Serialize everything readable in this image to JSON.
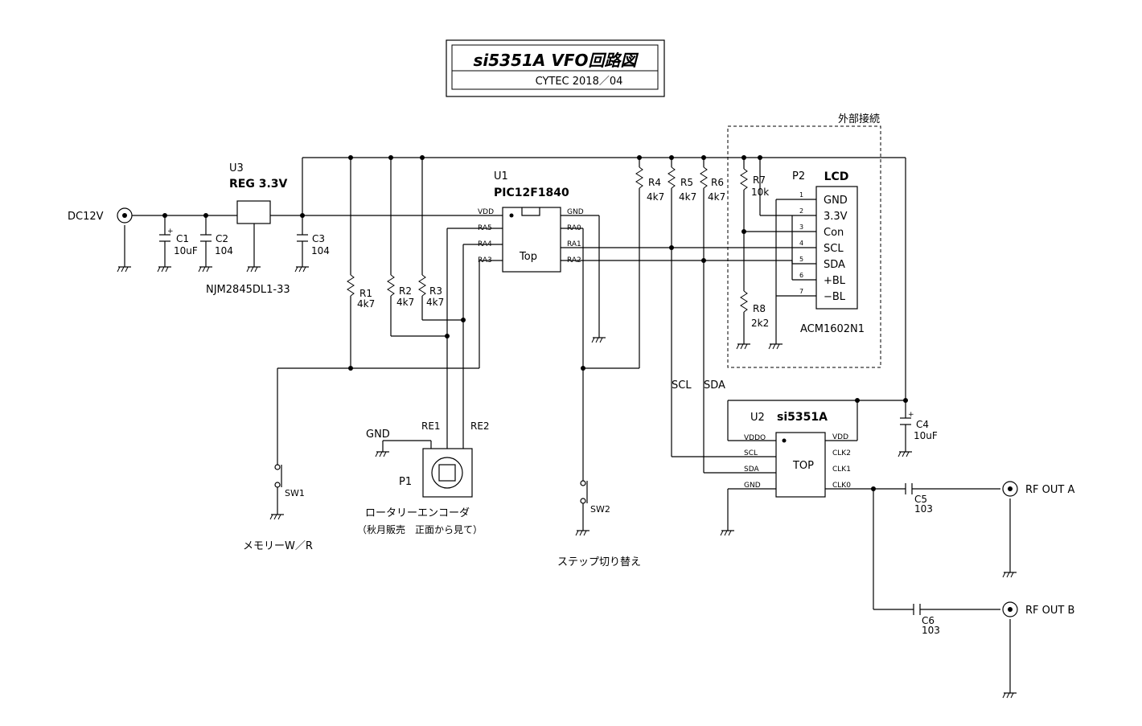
{
  "title": {
    "main": "si5351A  VFO回路図",
    "sub": "CYTEC   2018／04"
  },
  "dashed_box_label": "外部接続",
  "power": {
    "input_label": "DC12V",
    "regulator_ref": "U3",
    "regulator_value": "REG 3.3V",
    "regulator_part": "NJM2845DL1-33"
  },
  "capacitors": [
    {
      "ref": "C1",
      "value": "10uF"
    },
    {
      "ref": "C2",
      "value": "104"
    },
    {
      "ref": "C3",
      "value": "104"
    },
    {
      "ref": "C4",
      "value": "10uF"
    },
    {
      "ref": "C5",
      "value": "103"
    },
    {
      "ref": "C6",
      "value": "103"
    }
  ],
  "resistors": [
    {
      "ref": "R1",
      "value": "4k7"
    },
    {
      "ref": "R2",
      "value": "4k7"
    },
    {
      "ref": "R3",
      "value": "4k7"
    },
    {
      "ref": "R4",
      "value": "4k7"
    },
    {
      "ref": "R5",
      "value": "4k7"
    },
    {
      "ref": "R6",
      "value": "4k7"
    },
    {
      "ref": "R7",
      "value": "10k"
    },
    {
      "ref": "R8",
      "value": "2k2"
    }
  ],
  "mcu": {
    "ref": "U1",
    "part": "PIC12F1840",
    "body_label": "Top",
    "left_pins": [
      "VDD",
      "RA5",
      "RA4",
      "RA3"
    ],
    "right_pins": [
      "GND",
      "RA0",
      "RA1",
      "RA2"
    ]
  },
  "lcd": {
    "ref": "P2",
    "title": "LCD",
    "part": "ACM1602N1",
    "pin_numbers": [
      "1",
      "2",
      "3",
      "4",
      "5",
      "6",
      "7"
    ],
    "pin_labels": [
      "GND",
      "3.3V",
      "Con",
      "SCL",
      "SDA",
      "+BL",
      "−BL"
    ]
  },
  "synth": {
    "ref": "U2",
    "part": "si5351A",
    "body_label": "TOP",
    "left_pins": [
      "VDDO",
      "SCL",
      "SDA",
      "GND"
    ],
    "right_pins": [
      "VDD",
      "CLK2",
      "CLK1",
      "CLK0"
    ],
    "bus_labels": [
      "SCL",
      "SDA"
    ]
  },
  "encoder": {
    "ref": "P1",
    "gnd_label": "GND",
    "re1_label": "RE1",
    "re2_label": "RE2",
    "caption1": "ロータリーエンコーダ",
    "caption2": "（秋月販売　正面から見て）"
  },
  "switches": [
    {
      "ref": "SW1",
      "caption": "メモリーW／R"
    },
    {
      "ref": "SW2",
      "caption": "ステップ切り替え"
    }
  ],
  "outputs": [
    {
      "label": "RF OUT A"
    },
    {
      "label": "RF OUT B"
    }
  ]
}
